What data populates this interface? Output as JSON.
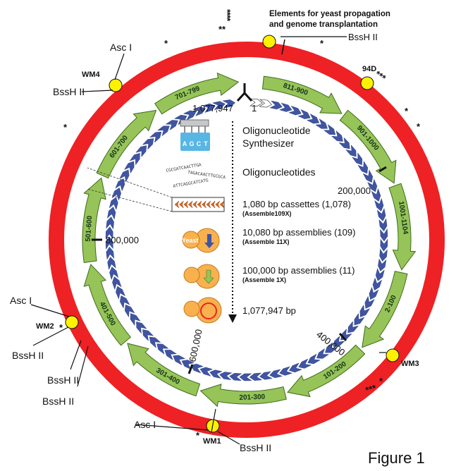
{
  "top_label": {
    "line1": "Elements for yeast propagation",
    "line2": "and genome transplantation",
    "site": "BssH II"
  },
  "genome_coords": {
    "end": "1,077,947",
    "start": "1",
    "m200": "200,000",
    "m400": "400,000",
    "m600": "600,000",
    "m800": "800,000"
  },
  "segments": [
    "811-900",
    "901-1000",
    "1001-1104",
    "2-100",
    "101-200",
    "201-300",
    "301-400",
    "401-500",
    "501-600",
    "601-700",
    "701-799"
  ],
  "watermarks": {
    "wm1": "WM1",
    "wm2": "WM2",
    "wm3": "WM3",
    "wm4": "WM4",
    "d94": "94D"
  },
  "sites": {
    "asc": "Asc I",
    "bssh": "BssH II"
  },
  "stars": {
    "single": "*",
    "double": "**",
    "triple": "***",
    "quad": "****"
  },
  "steps": {
    "synth_line1": "Oligonucleotide",
    "synth_line2": "Synthesizer",
    "bottles": [
      "A",
      "G",
      "C",
      "T"
    ],
    "oligos": "Oligonucleotides",
    "oligo_seqs": [
      "CGCGATCAACTTGA",
      "TAGACAACTTGCGCA",
      "ATTCAGGCATCATG"
    ],
    "cassettes": "1,080 bp cassettes (1,078)",
    "cassettes_sub": "(Assemble109X)",
    "assemblies10k": "10,080 bp assemblies (109)",
    "assemblies10k_sub": "(Assemble 11X)",
    "yeast": "Yeast",
    "assemblies100k": "100,000 bp assemblies (11)",
    "assemblies100k_sub": "(Assemble 1X)",
    "final": "1,077,947 bp"
  },
  "figure_label": "Figure 1",
  "colors": {
    "red_ring": "#ee2124",
    "green_arrow": "#97c459",
    "blue_arrow": "#3f55a4",
    "site_yellow": "#fff200",
    "yeast": "#f9b14e"
  }
}
